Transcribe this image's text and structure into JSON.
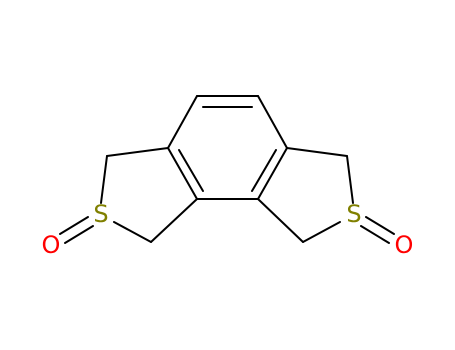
{
  "molecule": {
    "atoms": [
      {
        "id": "S1",
        "label": "S",
        "color": "#808000"
      },
      {
        "id": "S2",
        "label": "S",
        "color": "#808000"
      },
      {
        "id": "O1",
        "label": "O",
        "color": "#ff0000"
      },
      {
        "id": "O2",
        "label": "O",
        "color": "#ff0000"
      }
    ],
    "bond_color": "#000000"
  }
}
